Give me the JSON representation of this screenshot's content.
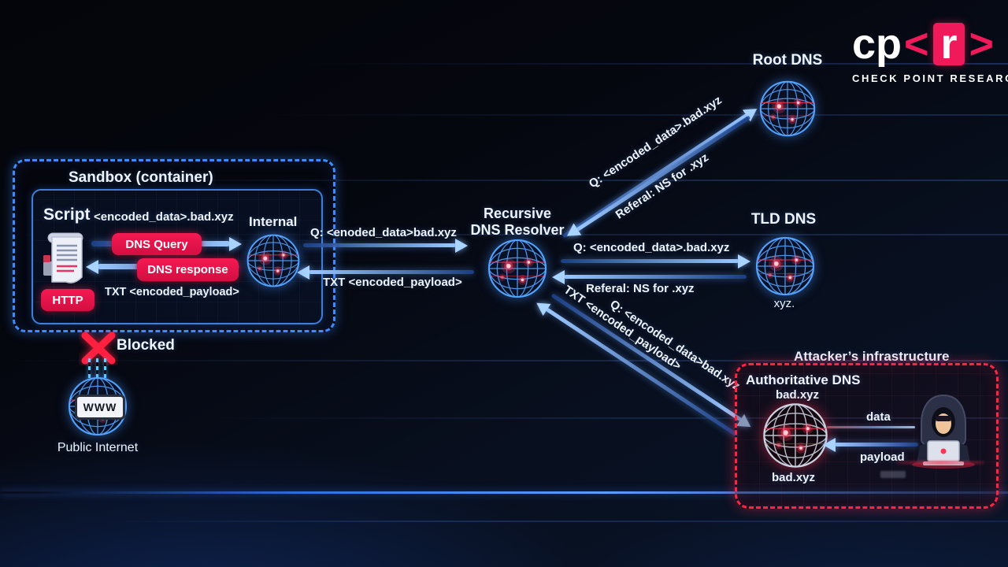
{
  "logo": {
    "cp": "cp",
    "lt": "<",
    "r": "r",
    "gt": ">",
    "subtitle": "CHECK POINT RESEARCH"
  },
  "nodes": {
    "root": {
      "label": "Root DNS"
    },
    "tld": {
      "label": "TLD DNS",
      "zone": "xyz."
    },
    "resolver": {
      "line1": "Recursive",
      "line2": "DNS Resolver"
    },
    "internal": {
      "label": "Internal"
    },
    "public": {
      "label": "Public Internet",
      "badge": "WWW"
    },
    "blocked": {
      "label": "Blocked"
    }
  },
  "sandbox": {
    "title": "Sandbox (container)",
    "script": "Script",
    "domain": "<encoded_data>.bad.xyz",
    "query_btn": "DNS Query",
    "response_btn": "DNS response",
    "http_btn": "HTTP",
    "txt": "TXT <encoded_payload>"
  },
  "flows": {
    "to_resolver_q": "Q: <enoded_data>bad.xyz",
    "to_internal_txt": "TXT <encoded_payload>",
    "to_root_q": "Q: <encoded_data>.bad.xyz",
    "from_root_ref": "Referal: NS for .xyz",
    "to_tld_q": "Q: <encoded_data>.bad.xyz",
    "from_tld_ref": "Referal: NS for .xyz",
    "to_auth_q": "Q: <encoded_data>bad.xyz",
    "from_auth_txt": "TXT <encoded_payload>"
  },
  "attacker": {
    "title": "Attacker’s infrastructure",
    "auth_label": "Authoritative DNS",
    "auth_domain": "bad.xyz",
    "globe_domain": "bad.xyz",
    "data_label": "data",
    "payload_label": "payload"
  },
  "colors": {
    "accent_blue": "#4da3ff",
    "accent_red": "#ff2442",
    "brand_pink": "#f0195a"
  }
}
